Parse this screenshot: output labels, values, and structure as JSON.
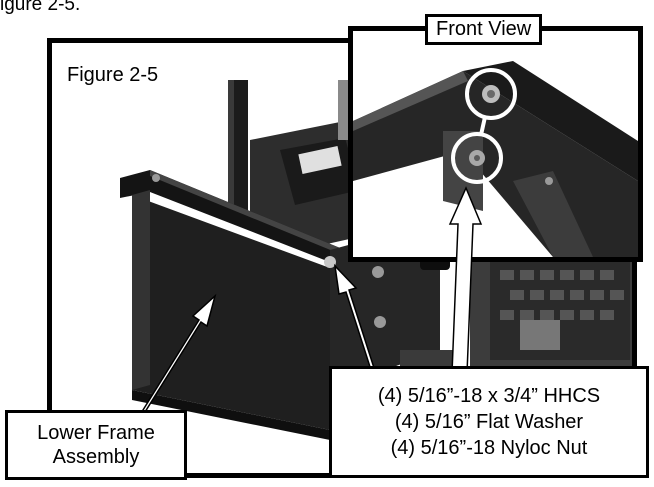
{
  "header": {
    "caption_fragment": "igure 2-5."
  },
  "figure": {
    "label": "Figure 2-5",
    "inset_title": "Front View",
    "callout_frame": {
      "line1": "Lower Frame",
      "line2": "Assembly"
    },
    "callout_hardware": {
      "line1": "(4) 5/16”-18 x 3/4” HHCS",
      "line2": "(4) 5/16” Flat Washer",
      "line3": "(4) 5/16”-18 Nyloc Nut"
    }
  },
  "colors": {
    "frame_border": "#000000",
    "metal_dark": "#1e1e1e",
    "metal_mid": "#3a3a3a",
    "background": "#ffffff"
  }
}
